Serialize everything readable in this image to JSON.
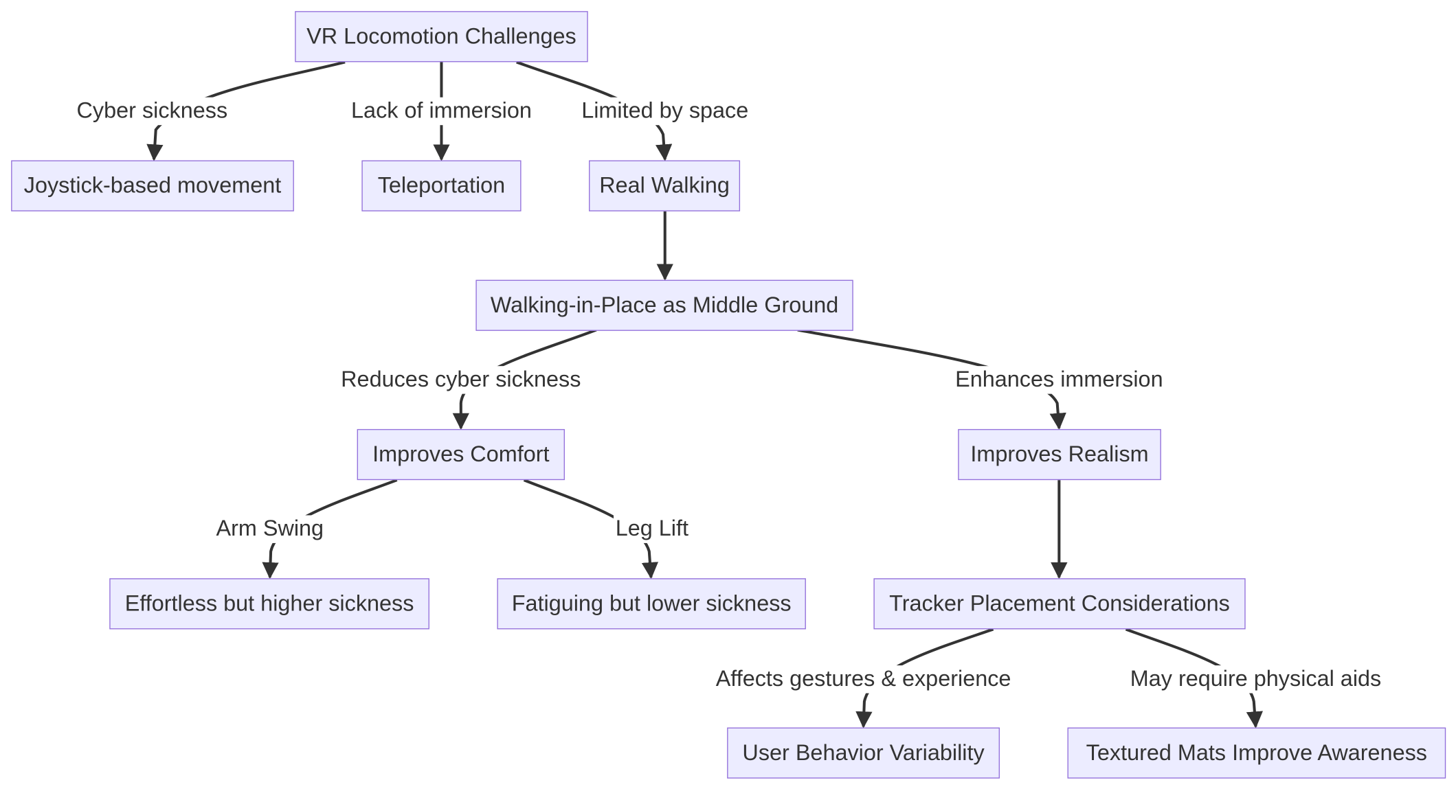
{
  "colors": {
    "node_fill": "#ececff",
    "node_border": "#9370db",
    "edge": "#333333",
    "text": "#333333"
  },
  "nodes": {
    "vr": "VR Locomotion Challenges",
    "joystick": "Joystick-based movement",
    "teleport": "Teleportation",
    "walking": "Real Walking",
    "wip": "Walking-in-Place as Middle Ground",
    "comfort": "Improves Comfort",
    "realism": "Improves Realism",
    "effortless": "Effortless but higher sickness",
    "fatiguing": "Fatiguing but lower sickness",
    "tracker": "Tracker Placement Considerations",
    "behavior": "User Behavior Variability",
    "mats": "Textured Mats Improve Awareness"
  },
  "edges": {
    "cyber": "Cyber sickness",
    "immersion_lack": "Lack of immersion",
    "space": "Limited by space",
    "reduces": "Reduces cyber sickness",
    "enhances": "Enhances immersion",
    "arm": "Arm Swing",
    "leg": "Leg Lift",
    "gestures": "Affects gestures & experience",
    "aids": "May require physical aids"
  }
}
